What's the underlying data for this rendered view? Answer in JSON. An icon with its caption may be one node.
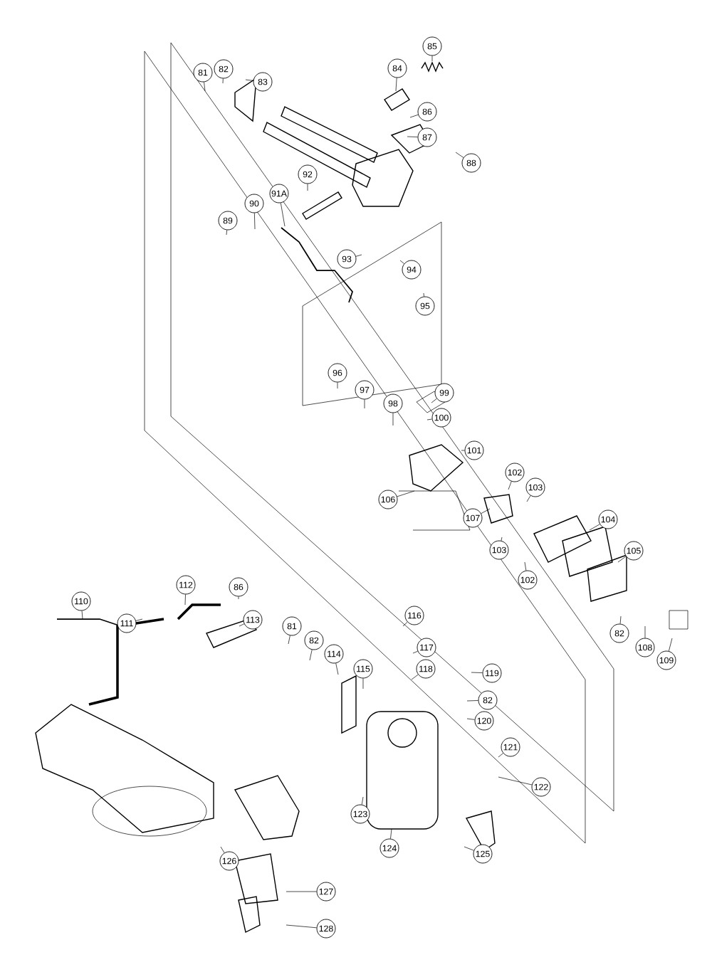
{
  "diagram": {
    "nodes": [
      {
        "text": [
          "81"
        ]
      },
      {
        "text": [
          "82"
        ]
      },
      {
        "text": [
          "83"
        ]
      },
      {
        "text": [
          "84"
        ]
      },
      {
        "text": [
          "85"
        ]
      },
      {
        "text": [
          "86"
        ]
      },
      {
        "text": [
          "87"
        ]
      },
      {
        "text": [
          "88"
        ]
      },
      {
        "text": [
          "92"
        ]
      },
      {
        "text": [
          "91A"
        ]
      },
      {
        "text": [
          "90"
        ]
      },
      {
        "text": [
          "89"
        ]
      },
      {
        "text": [
          "93"
        ]
      },
      {
        "text": [
          "94"
        ]
      },
      {
        "text": [
          "95"
        ]
      },
      {
        "text": [
          "96"
        ]
      },
      {
        "text": [
          "99"
        ]
      },
      {
        "text": [
          "97"
        ]
      },
      {
        "text": [
          "98"
        ]
      },
      {
        "text": [
          "100"
        ]
      },
      {
        "text": [
          "101"
        ]
      },
      {
        "text": [
          "102"
        ]
      },
      {
        "text": [
          "103"
        ]
      },
      {
        "text": [
          "106"
        ]
      },
      {
        "text": [
          "107"
        ]
      },
      {
        "text": [
          "104"
        ]
      },
      {
        "text": [
          "103"
        ]
      },
      {
        "text": [
          "105"
        ]
      },
      {
        "text": [
          "102"
        ]
      },
      {
        "text": [
          "112"
        ]
      },
      {
        "text": [
          "110"
        ]
      },
      {
        "text": [
          "86"
        ]
      },
      {
        "text": [
          "116"
        ]
      },
      {
        "text": [
          "111"
        ]
      },
      {
        "text": [
          "113"
        ]
      },
      {
        "text": [
          "81"
        ]
      },
      {
        "text": [
          "82"
        ]
      },
      {
        "text": [
          "82"
        ]
      },
      {
        "text": [
          "108"
        ]
      },
      {
        "text": [
          "117"
        ]
      },
      {
        "text": [
          "114"
        ]
      },
      {
        "text": [
          "109"
        ]
      },
      {
        "text": [
          "115"
        ]
      },
      {
        "text": [
          "118"
        ]
      },
      {
        "text": [
          "119"
        ]
      },
      {
        "text": [
          "82"
        ]
      },
      {
        "text": [
          "120"
        ]
      },
      {
        "text": [
          "121"
        ]
      },
      {
        "text": [
          "122"
        ]
      },
      {
        "text": [
          "123"
        ]
      },
      {
        "text": [
          "124"
        ]
      },
      {
        "text": [
          "125"
        ]
      },
      {
        "text": [
          "126"
        ]
      },
      {
        "text": [
          "127"
        ]
      },
      {
        "text": [
          "128"
        ]
      }
    ],
    "edges": [
      {
        "from": 0,
        "to": null,
        "arrow": "none"
      },
      {
        "from": 1,
        "to": null,
        "arrow": "none"
      },
      {
        "from": 2,
        "to": null,
        "arrow": "none"
      },
      {
        "from": 3,
        "to": null,
        "arrow": "none"
      },
      {
        "from": 4,
        "to": null,
        "arrow": "none"
      },
      {
        "from": 5,
        "to": null,
        "arrow": "none"
      },
      {
        "from": 6,
        "to": null,
        "arrow": "none"
      },
      {
        "from": 7,
        "to": null,
        "arrow": "none"
      },
      {
        "from": 8,
        "to": null,
        "arrow": "none"
      },
      {
        "from": 9,
        "to": null,
        "arrow": "none"
      },
      {
        "from": 10,
        "to": null,
        "arrow": "none"
      },
      {
        "from": 11,
        "to": null,
        "arrow": "none"
      },
      {
        "from": 12,
        "to": null,
        "arrow": "none"
      },
      {
        "from": 13,
        "to": null,
        "arrow": "none"
      },
      {
        "from": 14,
        "to": null,
        "arrow": "none"
      },
      {
        "from": 15,
        "to": null,
        "arrow": "none"
      },
      {
        "from": 16,
        "to": null,
        "arrow": "none"
      },
      {
        "from": 17,
        "to": null,
        "arrow": "none"
      },
      {
        "from": 18,
        "to": null,
        "arrow": "none"
      },
      {
        "from": 19,
        "to": null,
        "arrow": "none"
      },
      {
        "from": 20,
        "to": null,
        "arrow": "none"
      },
      {
        "from": 21,
        "to": null,
        "arrow": "none"
      },
      {
        "from": 22,
        "to": null,
        "arrow": "none"
      },
      {
        "from": 23,
        "to": null,
        "arrow": "none"
      },
      {
        "from": 24,
        "to": null,
        "arrow": "none"
      },
      {
        "from": 25,
        "to": null,
        "arrow": "none"
      },
      {
        "from": 26,
        "to": null,
        "arrow": "none"
      },
      {
        "from": 27,
        "to": null,
        "arrow": "none"
      },
      {
        "from": 28,
        "to": null,
        "arrow": "none"
      },
      {
        "from": 29,
        "to": null,
        "arrow": "none"
      },
      {
        "from": 30,
        "to": null,
        "arrow": "none"
      },
      {
        "from": 31,
        "to": null,
        "arrow": "none"
      },
      {
        "from": 32,
        "to": null,
        "arrow": "none"
      },
      {
        "from": 33,
        "to": null,
        "arrow": "none"
      },
      {
        "from": 34,
        "to": null,
        "arrow": "none"
      },
      {
        "from": 35,
        "to": null,
        "arrow": "none"
      },
      {
        "from": 36,
        "to": null,
        "arrow": "none"
      },
      {
        "from": 37,
        "to": null,
        "arrow": "none"
      },
      {
        "from": 38,
        "to": null,
        "arrow": "none"
      },
      {
        "from": 39,
        "to": null,
        "arrow": "none"
      },
      {
        "from": 40,
        "to": null,
        "arrow": "none"
      },
      {
        "from": 41,
        "to": null,
        "arrow": "none"
      },
      {
        "from": 42,
        "to": null,
        "arrow": "none"
      },
      {
        "from": 43,
        "to": null,
        "arrow": "none"
      },
      {
        "from": 44,
        "to": null,
        "arrow": "none"
      },
      {
        "from": 45,
        "to": null,
        "arrow": "none"
      },
      {
        "from": 46,
        "to": null,
        "arrow": "none"
      },
      {
        "from": 47,
        "to": null,
        "arrow": "none"
      },
      {
        "from": 48,
        "to": null,
        "arrow": "none"
      },
      {
        "from": 49,
        "to": null,
        "arrow": "none"
      },
      {
        "from": 50,
        "to": null,
        "arrow": "none"
      },
      {
        "from": 51,
        "to": null,
        "arrow": "none"
      },
      {
        "from": 52,
        "to": null,
        "arrow": "none"
      },
      {
        "from": 53,
        "to": null,
        "arrow": "none"
      },
      {
        "from": 54,
        "to": null,
        "arrow": "none"
      }
    ]
  }
}
